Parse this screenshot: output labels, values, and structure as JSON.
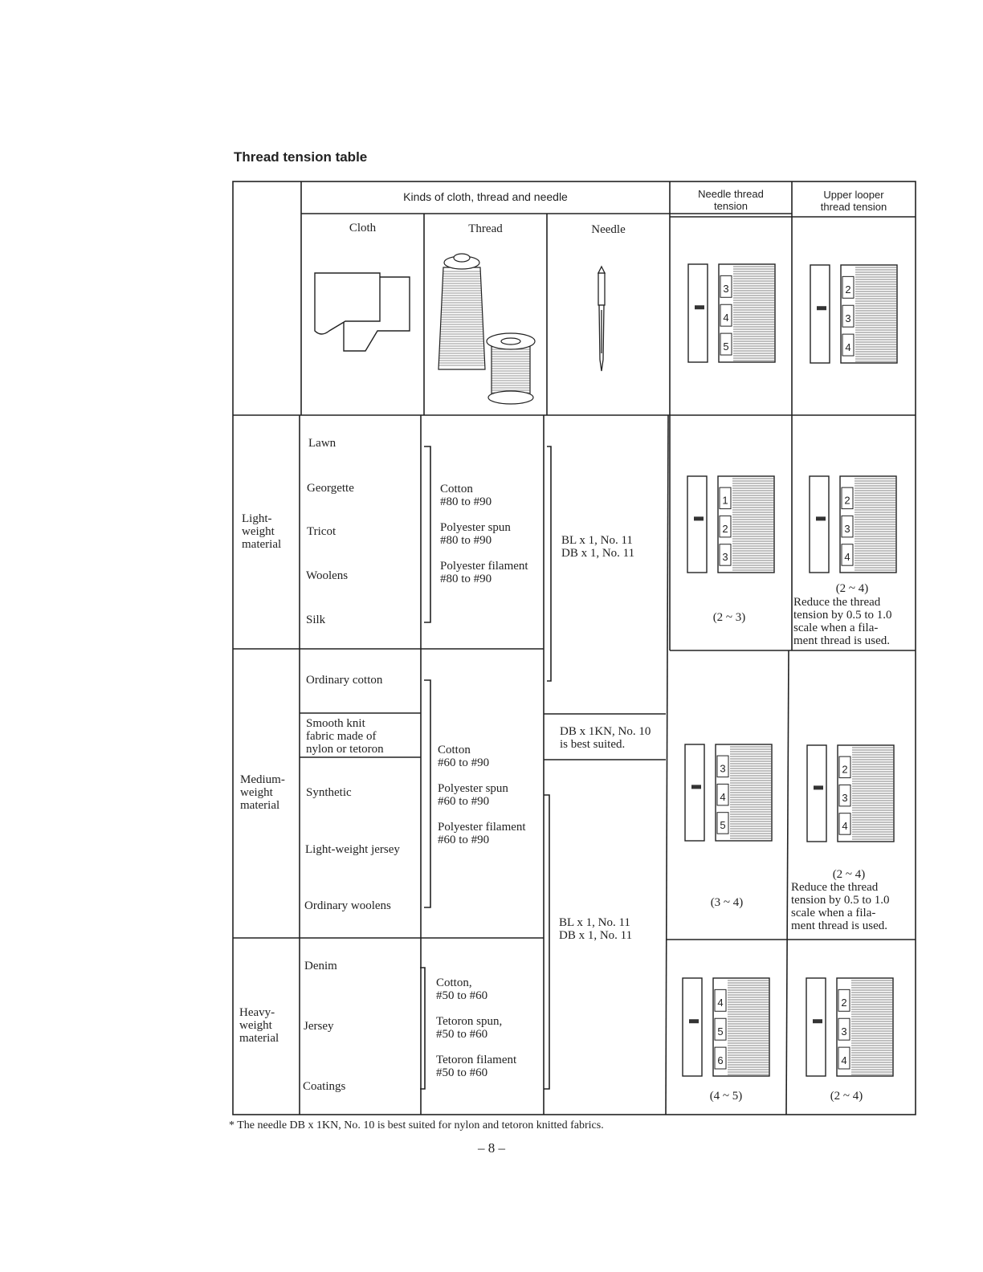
{
  "title": "Thread tension table",
  "header": {
    "kinds": "Kinds of cloth, thread and needle",
    "needle_tension": "Needle thread\ntension",
    "looper_tension": "Upper looper\nthread tension",
    "cloth": "Cloth",
    "thread": "Thread",
    "needle": "Needle"
  },
  "header_dials": {
    "needle": [
      "3",
      "4",
      "5"
    ],
    "looper": [
      "2",
      "3",
      "4"
    ]
  },
  "rows": [
    {
      "category": "Light-\nweight\nmaterial",
      "cloths": [
        "Lawn",
        "Georgette",
        "Tricot",
        "Woolens",
        "Silk"
      ],
      "threads": "Cotton\n#80 to #90\n\nPolyester spun\n#80 to #90\n\nPolyester filament\n#80 to #90",
      "needle": "BL x 1, No. 11\nDB x 1, No. 11",
      "needle_dial": [
        "1",
        "2",
        "3"
      ],
      "needle_range": "(2 ~ 3)",
      "looper_dial": [
        "2",
        "3",
        "4"
      ],
      "looper_range": "(2 ~ 4)",
      "looper_note": "Reduce the thread\ntension by 0.5 to 1.0\nscale when a fila-\nment thread is used."
    },
    {
      "category": "Medium-\nweight\nmaterial",
      "cloths": [
        "Ordinary cotton",
        "Smooth knit\nfabric made of\nnylon or tetoron",
        "Synthetic",
        "Light-weight jersey",
        "Ordinary woolens"
      ],
      "threads": "Cotton\n#60 to #90\n\nPolyester spun\n#60 to #90\n\nPolyester filament\n#60 to #90",
      "needle_special": "DB x 1KN, No. 10\nis best suited.",
      "needle": "BL x 1, No. 11\nDB x 1, No. 11",
      "needle_dial": [
        "3",
        "4",
        "5"
      ],
      "needle_range": "(3 ~ 4)",
      "looper_dial": [
        "2",
        "3",
        "4"
      ],
      "looper_range": "(2 ~ 4)",
      "looper_note": "Reduce the thread\ntension by 0.5 to 1.0\nscale when a fila-\nment thread is used."
    },
    {
      "category": "Heavy-\nweight\nmaterial",
      "cloths": [
        "Denim",
        "Jersey",
        "Coatings"
      ],
      "threads": "Cotton,\n#50 to #60\n\nTetoron spun,\n#50 to #60\n\nTetoron filament\n#50 to #60",
      "needle_dial": [
        "4",
        "5",
        "6"
      ],
      "needle_range": "(4 ~ 5)",
      "looper_dial": [
        "2",
        "3",
        "4"
      ],
      "looper_range": "(2 ~ 4)"
    }
  ],
  "footnote": "*   The needle DB x 1KN, No. 10 is best suited for nylon and tetoron knitted fabrics.",
  "page_number": "– 8 –"
}
